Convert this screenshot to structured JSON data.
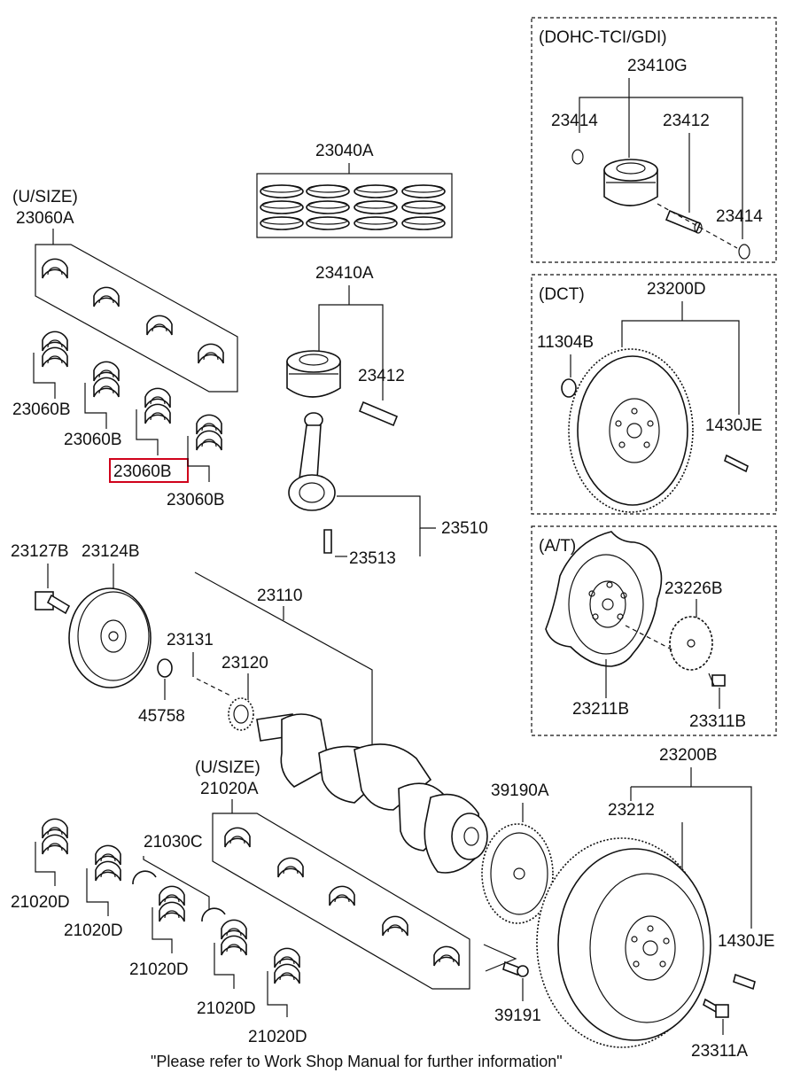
{
  "diagram": {
    "footer_note": "\"Please refer to Work Shop Manual for further information\"",
    "highlight_color": "#d0021b",
    "highlighted_part": "23060B",
    "panels": {
      "dohc": {
        "title": "(DOHC-TCI/GDI)",
        "parts": [
          "23410G",
          "23414",
          "23412",
          "23414"
        ]
      },
      "dct": {
        "title": "(DCT)",
        "parts": [
          "23200D",
          "11304B",
          "1430JE"
        ]
      },
      "at": {
        "title": "(A/T)",
        "parts": [
          "23226B",
          "23211B",
          "23311B"
        ]
      }
    },
    "labels": {
      "p23040A": "23040A",
      "usize_upper": "(U/SIZE)",
      "p23060A": "23060A",
      "p23410A": "23410A",
      "p23412": "23412",
      "p23060B_1": "23060B",
      "p23060B_2": "23060B",
      "p23060B_3": "23060B",
      "p23060B_4": "23060B",
      "p23510": "23510",
      "p23513": "23513",
      "p23127B": "23127B",
      "p23124B": "23124B",
      "p23110": "23110",
      "p23131": "23131",
      "p23120": "23120",
      "p45758": "45758",
      "usize_lower": "(U/SIZE)",
      "p21020A": "21020A",
      "p21030C": "21030C",
      "p39190A": "39190A",
      "p23200B": "23200B",
      "p23212": "23212",
      "p21020D_1": "21020D",
      "p21020D_2": "21020D",
      "p21020D_3": "21020D",
      "p21020D_4": "21020D",
      "p21020D_5": "21020D",
      "p1430JE": "1430JE",
      "p39191": "39191",
      "p23311A": "23311A"
    }
  }
}
